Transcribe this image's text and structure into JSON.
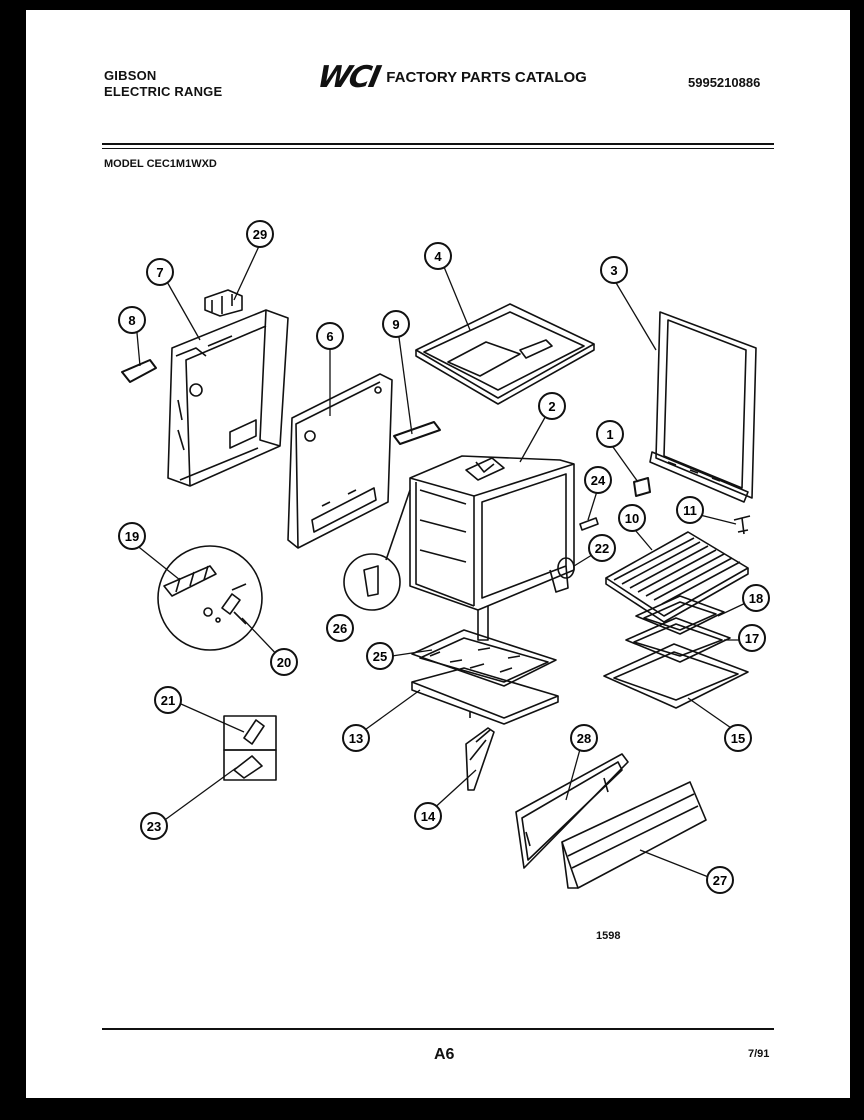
{
  "header": {
    "brand_line1": "GIBSON",
    "brand_line2": "ELECTRIC RANGE",
    "logo": "WCI",
    "catalog_title": "FACTORY PARTS CATALOG",
    "part_number": "5995210886",
    "model": "MODEL CEC1M1WXD"
  },
  "callouts": [
    {
      "label": "1"
    },
    {
      "label": "2"
    },
    {
      "label": "3"
    },
    {
      "label": "4"
    },
    {
      "label": "6"
    },
    {
      "label": "7"
    },
    {
      "label": "8"
    },
    {
      "label": "9"
    },
    {
      "label": "10"
    },
    {
      "label": "11"
    },
    {
      "label": "13"
    },
    {
      "label": "14"
    },
    {
      "label": "15"
    },
    {
      "label": "17"
    },
    {
      "label": "18"
    },
    {
      "label": "19"
    },
    {
      "label": "20"
    },
    {
      "label": "21"
    },
    {
      "label": "22"
    },
    {
      "label": "23"
    },
    {
      "label": "24"
    },
    {
      "label": "25"
    },
    {
      "label": "26"
    },
    {
      "label": "27"
    },
    {
      "label": "28"
    },
    {
      "label": "29"
    }
  ],
  "footer": {
    "figure_number": "1598",
    "page_code": "A6",
    "revision_date": "7/91"
  }
}
